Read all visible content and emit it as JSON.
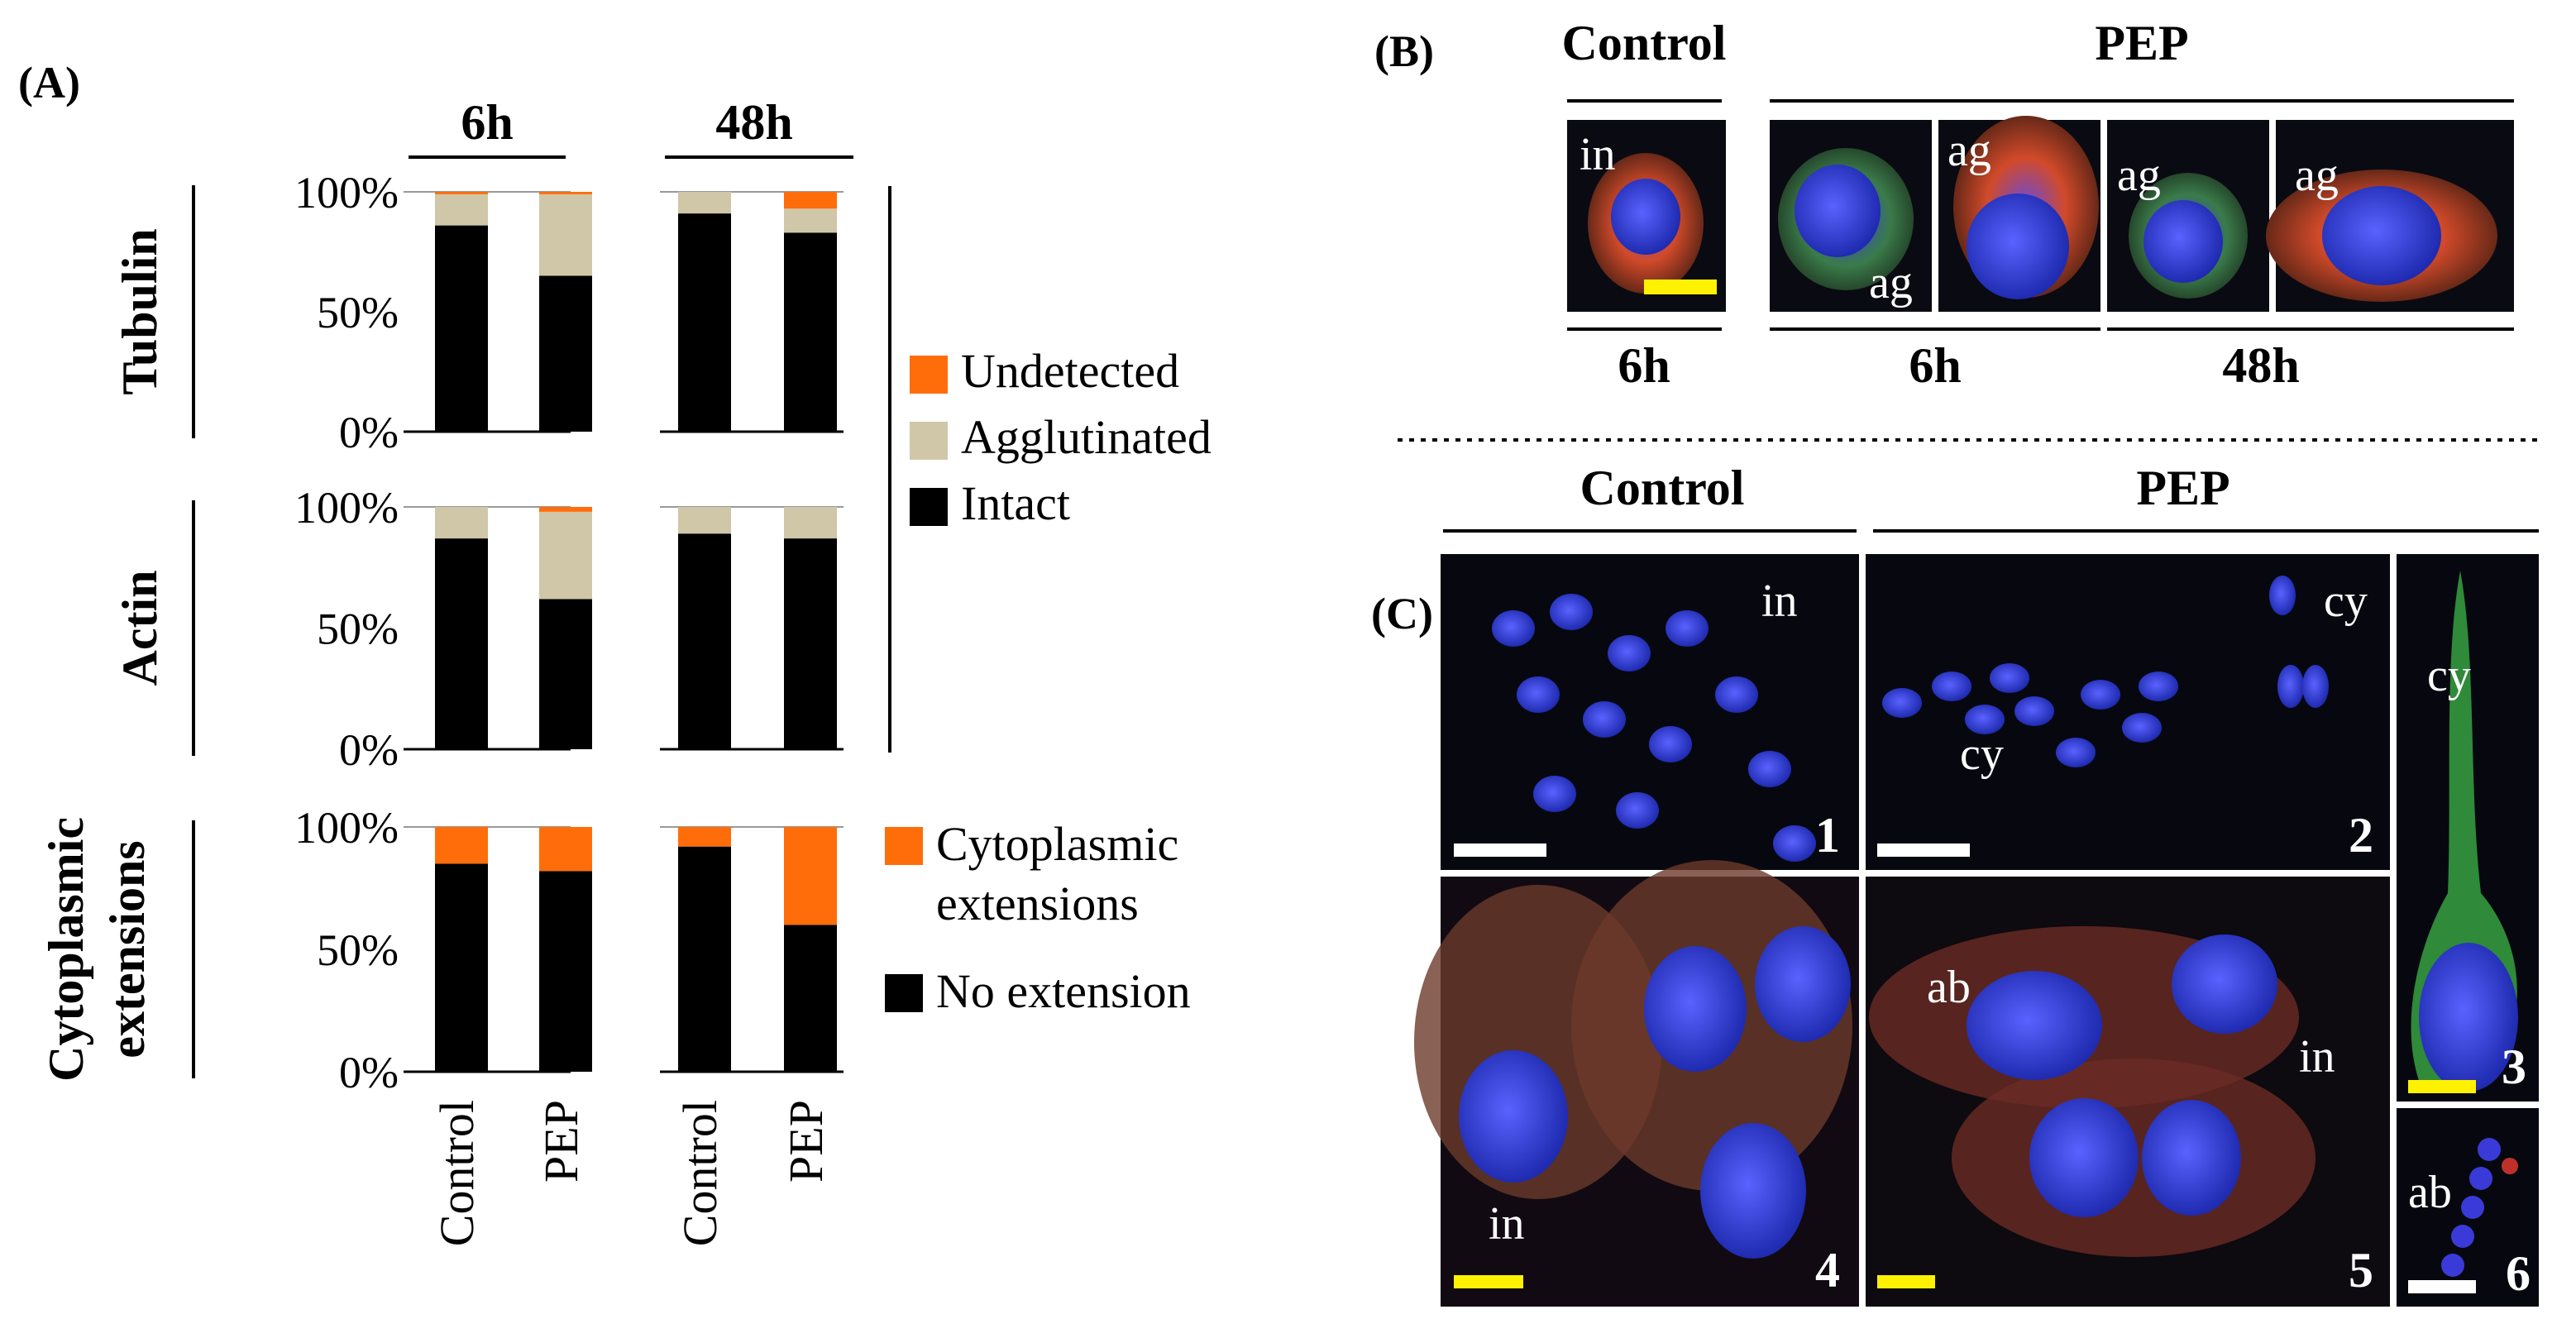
{
  "colors": {
    "undetected": "#FF6D0A",
    "agglutinated": "#CFC7A8",
    "intact": "#000000",
    "scale_bar_yellow": "#FFF200",
    "scale_bar_white": "#FFFFFF"
  },
  "panel_a": {
    "label": "(A)",
    "time_6h": "6h",
    "time_48h": "48h"
  },
  "panel_b": {
    "label": "(B)",
    "control_header": "Control",
    "pep_header": "PEP",
    "time_control": "6h",
    "time_pep_6h": "6h",
    "time_pep_48h": "48h",
    "image_labels": [
      "in",
      "ag",
      "ag",
      "ag",
      "ag"
    ]
  },
  "panel_c": {
    "label": "(C)",
    "control_header": "Control",
    "pep_header": "PEP",
    "images": [
      {
        "number": "1",
        "label": "in"
      },
      {
        "number": "2",
        "label": "cy",
        "label2": "cy"
      },
      {
        "number": "3",
        "label": "cy"
      },
      {
        "number": "4",
        "label": "in"
      },
      {
        "number": "5",
        "label": "ab",
        "label2": "in"
      },
      {
        "number": "6",
        "label": "ab"
      }
    ]
  },
  "chart_data": [
    {
      "type": "bar",
      "stacked": true,
      "row_label": "Tubulin",
      "groups": [
        "6h",
        "6h",
        "48h",
        "48h"
      ],
      "categories": [
        "Control",
        "PEP",
        "Control",
        "PEP"
      ],
      "yticks": [
        "100%",
        "50%",
        "0%"
      ],
      "ylim": [
        0,
        100
      ],
      "series": [
        {
          "name": "Intact",
          "values": [
            86,
            65,
            91,
            83
          ]
        },
        {
          "name": "Agglutinated",
          "values": [
            13,
            34,
            9,
            10
          ]
        },
        {
          "name": "Undetected",
          "values": [
            1,
            1,
            0,
            7
          ]
        }
      ],
      "legend": [
        "Undetected",
        "Agglutinated",
        "Intact"
      ],
      "legend_position": "right"
    },
    {
      "type": "bar",
      "stacked": true,
      "row_label": "Actin",
      "groups": [
        "6h",
        "6h",
        "48h",
        "48h"
      ],
      "categories": [
        "Control",
        "PEP",
        "Control",
        "PEP"
      ],
      "yticks": [
        "100%",
        "50%",
        "0%"
      ],
      "ylim": [
        0,
        100
      ],
      "series": [
        {
          "name": "Intact",
          "values": [
            87,
            62,
            89,
            87
          ]
        },
        {
          "name": "Agglutinated",
          "values": [
            13,
            36,
            11,
            13
          ]
        },
        {
          "name": "Undetected",
          "values": [
            0,
            2,
            0,
            0
          ]
        }
      ]
    },
    {
      "type": "bar",
      "stacked": true,
      "row_label": "Cytoplasmic extensions",
      "groups": [
        "6h",
        "6h",
        "48h",
        "48h"
      ],
      "categories": [
        "Control",
        "PEP",
        "Control",
        "PEP"
      ],
      "yticks": [
        "100%",
        "50%",
        "0%"
      ],
      "ylim": [
        0,
        100
      ],
      "series": [
        {
          "name": "No extension",
          "values": [
            85,
            82,
            92,
            60
          ]
        },
        {
          "name": "Cytoplasmic extensions",
          "values": [
            15,
            18,
            8,
            40
          ]
        }
      ],
      "legend": [
        "Cytoplasmic extensions",
        "No extension"
      ],
      "legend_position": "right"
    }
  ]
}
